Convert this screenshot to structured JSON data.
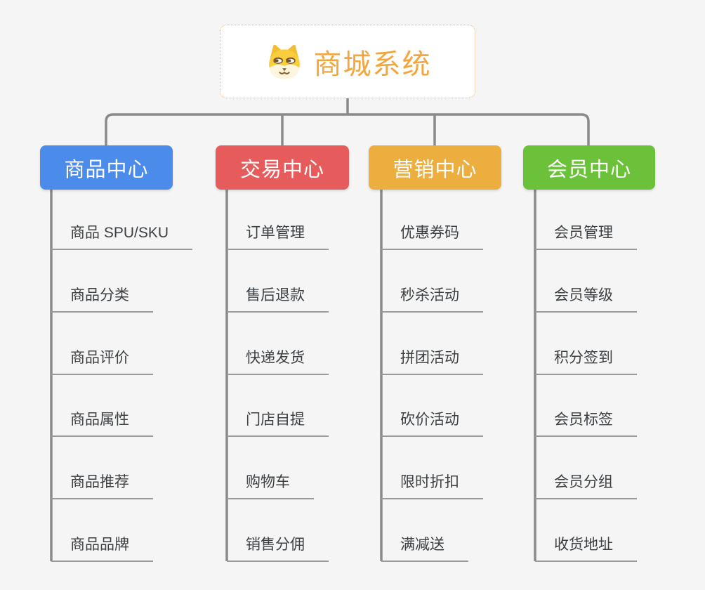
{
  "page": {
    "background": "#f5f5f5"
  },
  "connectors": {
    "color": "#8a8a8a",
    "underline_color": "#9a9a9a"
  },
  "root": {
    "label": "商城系统",
    "icon": "dog-face-icon",
    "text_color": "#f2a63c",
    "border_color": "#f0b45f"
  },
  "branches": [
    {
      "label": "商品中心",
      "color": "#4b8cea",
      "leaves": [
        "商品 SPU/SKU",
        "商品分类",
        "商品评价",
        "商品属性",
        "商品推荐",
        "商品品牌"
      ]
    },
    {
      "label": "交易中心",
      "color": "#e65c5c",
      "leaves": [
        "订单管理",
        "售后退款",
        "快递发货",
        "门店自提",
        "购物车",
        "销售分佣"
      ]
    },
    {
      "label": "营销中心",
      "color": "#ecae3e",
      "leaves": [
        "优惠券码",
        "秒杀活动",
        "拼团活动",
        "砍价活动",
        "限时折扣",
        "满减送"
      ]
    },
    {
      "label": "会员中心",
      "color": "#6cc13a",
      "leaves": [
        "会员管理",
        "会员等级",
        "积分签到",
        "会员标签",
        "会员分组",
        "收货地址"
      ]
    }
  ]
}
